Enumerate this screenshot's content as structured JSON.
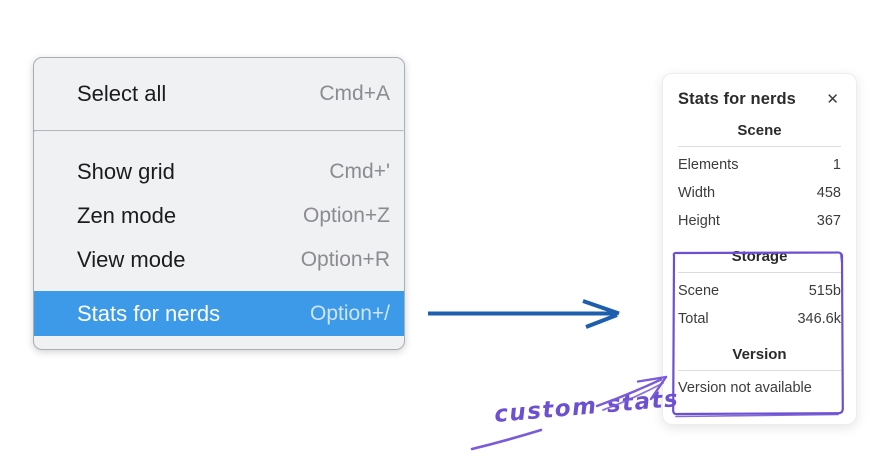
{
  "colors": {
    "menu_highlight": "#3d9ae8",
    "flow_arrow_blue": "#1e5fad",
    "annotation_purple": "#6d4fd2",
    "menu_background": "#f0f1f3",
    "panel_background": "#ffffff"
  },
  "context_menu": {
    "groups": [
      {
        "items": [
          {
            "label": "Select all",
            "shortcut": "Cmd+A",
            "highlighted": false
          }
        ]
      },
      {
        "items": [
          {
            "label": "Show grid",
            "shortcut": "Cmd+'",
            "highlighted": false
          },
          {
            "label": "Zen mode",
            "shortcut": "Option+Z",
            "highlighted": false
          },
          {
            "label": "View mode",
            "shortcut": "Option+R",
            "highlighted": false
          },
          {
            "label": "Stats for nerds",
            "shortcut": "Option+/",
            "highlighted": true
          }
        ]
      }
    ]
  },
  "stats_panel": {
    "title": "Stats for nerds",
    "close_icon": "✕",
    "sections": [
      {
        "heading": "Scene",
        "rows": [
          {
            "label": "Elements",
            "value": "1"
          },
          {
            "label": "Width",
            "value": "458"
          },
          {
            "label": "Height",
            "value": "367"
          }
        ]
      },
      {
        "heading": "Storage",
        "rows": [
          {
            "label": "Scene",
            "value": "515b"
          },
          {
            "label": "Total",
            "value": "346.6k"
          }
        ]
      },
      {
        "heading": "Version",
        "note": "Version not available"
      }
    ]
  },
  "annotation": {
    "label": "custom stats"
  }
}
